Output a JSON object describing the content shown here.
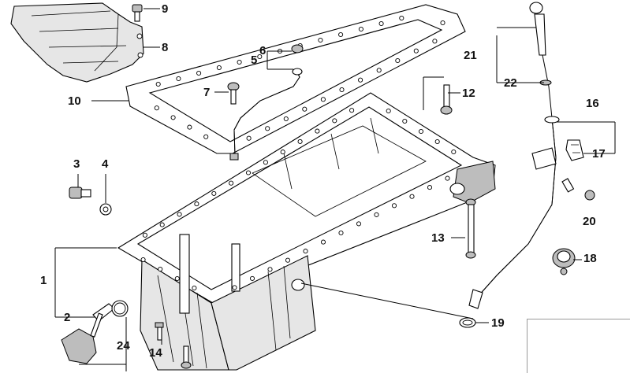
{
  "callouts": {
    "c1": "1",
    "c2": "2",
    "c3": "3",
    "c4": "4",
    "c5": "5",
    "c6": "6",
    "c7": "7",
    "c8": "8",
    "c9": "9",
    "c10": "10",
    "c11": "12",
    "c13": "13",
    "c14": "14",
    "c16": "16",
    "c17": "17",
    "c18": "18",
    "c19": "19",
    "c20": "20",
    "c21": "21",
    "c22": "22",
    "c24": "24"
  },
  "icons": {
    "oil_pan": "oil-pan-icon",
    "gasket": "gasket-icon",
    "dipstick": "dipstick-icon",
    "heat_shield": "heat-shield-icon",
    "vehicle_thumbnail": "car-thumbnail-icon"
  }
}
